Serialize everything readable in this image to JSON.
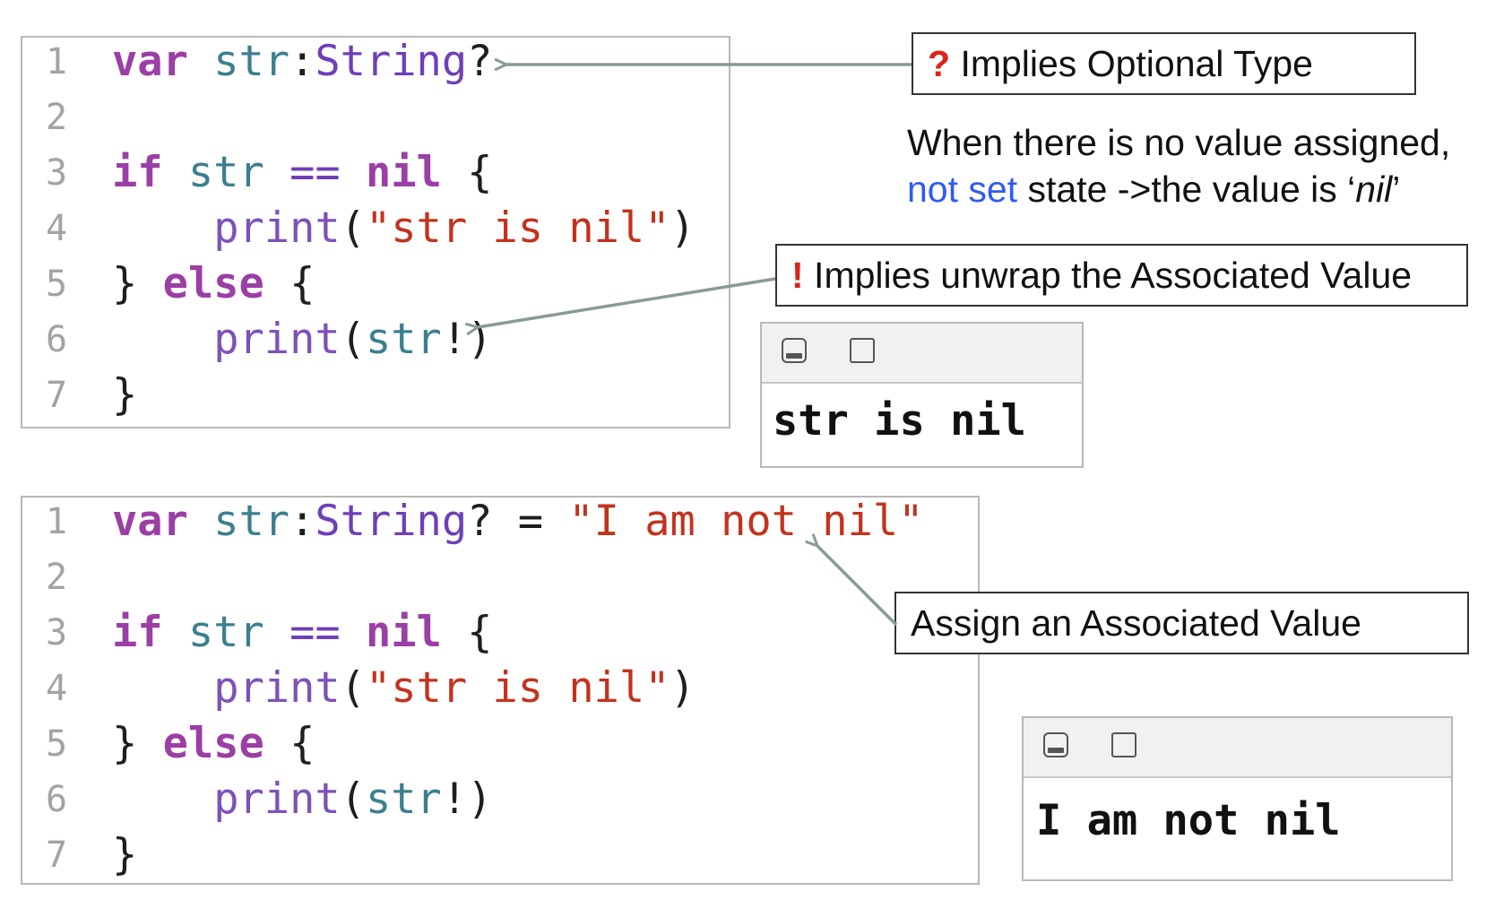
{
  "code_block_1": {
    "lines": [
      {
        "n": "1",
        "tokens": [
          [
            "kw",
            "var"
          ],
          [
            "pn",
            " "
          ],
          [
            "var",
            "str"
          ],
          [
            "pn",
            ":"
          ],
          [
            "type",
            "String"
          ],
          [
            "pn",
            "?"
          ]
        ]
      },
      {
        "n": "2",
        "tokens": []
      },
      {
        "n": "3",
        "tokens": [
          [
            "kw",
            "if"
          ],
          [
            "pn",
            " "
          ],
          [
            "var",
            "str"
          ],
          [
            "pn",
            " "
          ],
          [
            "type",
            "=="
          ],
          [
            "pn",
            " "
          ],
          [
            "kw",
            "nil"
          ],
          [
            "pn",
            " {"
          ]
        ]
      },
      {
        "n": "4",
        "tokens": [
          [
            "pn",
            "    "
          ],
          [
            "fn",
            "print"
          ],
          [
            "pn",
            "("
          ],
          [
            "str",
            "\"str is nil\""
          ],
          [
            "pn",
            ")"
          ]
        ]
      },
      {
        "n": "5",
        "tokens": [
          [
            "pn",
            "} "
          ],
          [
            "kw",
            "else"
          ],
          [
            "pn",
            " {"
          ]
        ]
      },
      {
        "n": "6",
        "tokens": [
          [
            "pn",
            "    "
          ],
          [
            "fn",
            "print"
          ],
          [
            "pn",
            "("
          ],
          [
            "var",
            "str"
          ],
          [
            "pn",
            "!)"
          ]
        ]
      },
      {
        "n": "7",
        "tokens": [
          [
            "pn",
            "}"
          ]
        ]
      }
    ]
  },
  "code_block_2": {
    "lines": [
      {
        "n": "1",
        "tokens": [
          [
            "kw",
            "var"
          ],
          [
            "pn",
            " "
          ],
          [
            "var",
            "str"
          ],
          [
            "pn",
            ":"
          ],
          [
            "type",
            "String"
          ],
          [
            "pn",
            "? = "
          ],
          [
            "str",
            "\"I am not nil\""
          ]
        ]
      },
      {
        "n": "2",
        "tokens": []
      },
      {
        "n": "3",
        "tokens": [
          [
            "kw",
            "if"
          ],
          [
            "pn",
            " "
          ],
          [
            "var",
            "str"
          ],
          [
            "pn",
            " "
          ],
          [
            "type",
            "=="
          ],
          [
            "pn",
            " "
          ],
          [
            "kw",
            "nil"
          ],
          [
            "pn",
            " {"
          ]
        ]
      },
      {
        "n": "4",
        "tokens": [
          [
            "pn",
            "    "
          ],
          [
            "fn",
            "print"
          ],
          [
            "pn",
            "("
          ],
          [
            "str",
            "\"str is nil\""
          ],
          [
            "pn",
            ")"
          ]
        ]
      },
      {
        "n": "5",
        "tokens": [
          [
            "pn",
            "} "
          ],
          [
            "kw",
            "else"
          ],
          [
            "pn",
            " {"
          ]
        ]
      },
      {
        "n": "6",
        "tokens": [
          [
            "pn",
            "    "
          ],
          [
            "fn",
            "print"
          ],
          [
            "pn",
            "("
          ],
          [
            "var",
            "str"
          ],
          [
            "pn",
            "!)"
          ]
        ]
      },
      {
        "n": "7",
        "tokens": [
          [
            "pn",
            "}"
          ]
        ]
      }
    ]
  },
  "callouts": {
    "optional_mark": "?",
    "optional_text": " Implies Optional Type",
    "unwrap_mark": "!",
    "unwrap_text": " Implies unwrap the Associated Value",
    "assign_text": "Assign an Associated Value"
  },
  "note": {
    "line1": "When there is no value assigned,",
    "line2_blue": "not set",
    "line2_rest": " state ->the value is ‘",
    "line2_italic": "nil",
    "line2_end": "’"
  },
  "console_1": {
    "output": "str is nil",
    "icon_left": "minimize-icon",
    "icon_right": "maximize-icon"
  },
  "console_2": {
    "output": "I am not nil",
    "icon_left": "minimize-icon",
    "icon_right": "maximize-icon"
  },
  "colors": {
    "keyword": "#9b3fa6",
    "variable": "#3d7f8e",
    "type": "#6e3fb8",
    "function": "#7c52b9",
    "string": "#c2331e",
    "arrow": "#8a9a95",
    "mark": "#e0201b",
    "highlight": "#2f5bf2"
  }
}
